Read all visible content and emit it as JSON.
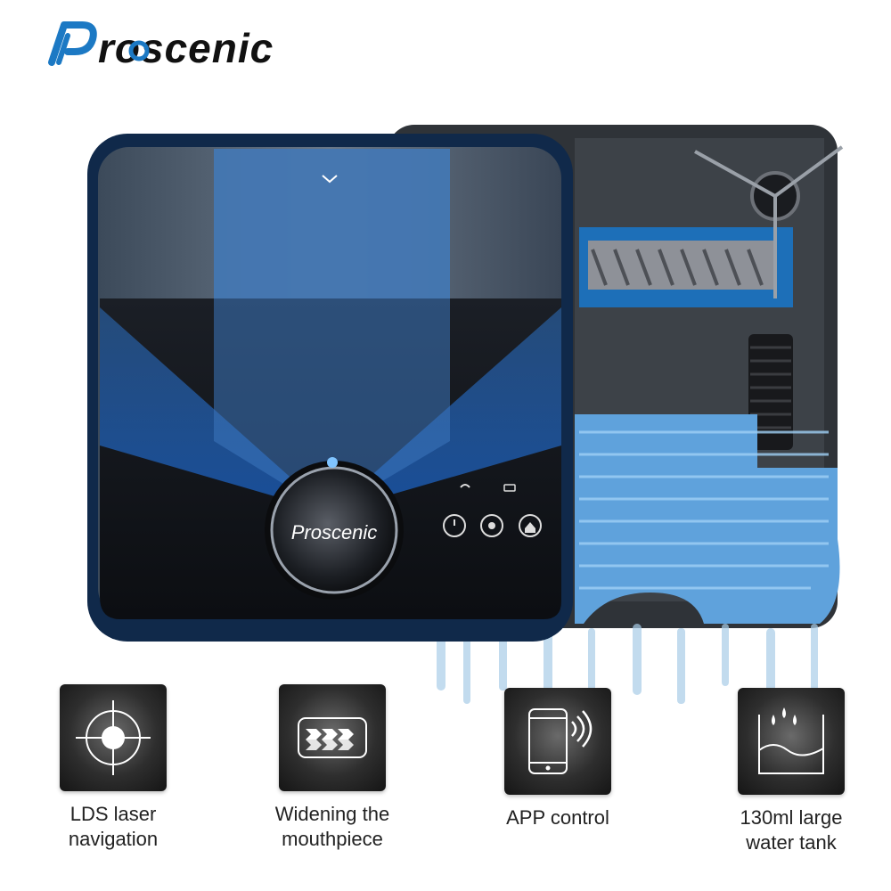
{
  "brand": {
    "logo_text": "Proscenic",
    "device_badge_text": "Proscenic",
    "brand_color": "#1c79c4",
    "accent_color": "#1f4a8a"
  },
  "features": [
    {
      "icon": "lds-laser-target-icon",
      "label": "LDS laser\nnavigation"
    },
    {
      "icon": "widening-mouthpiece-icon",
      "label": "Widening the\nmouthpiece"
    },
    {
      "icon": "phone-wifi-icon",
      "label": "APP control"
    },
    {
      "icon": "water-tank-icon",
      "label": "130ml large\nwater tank"
    }
  ]
}
